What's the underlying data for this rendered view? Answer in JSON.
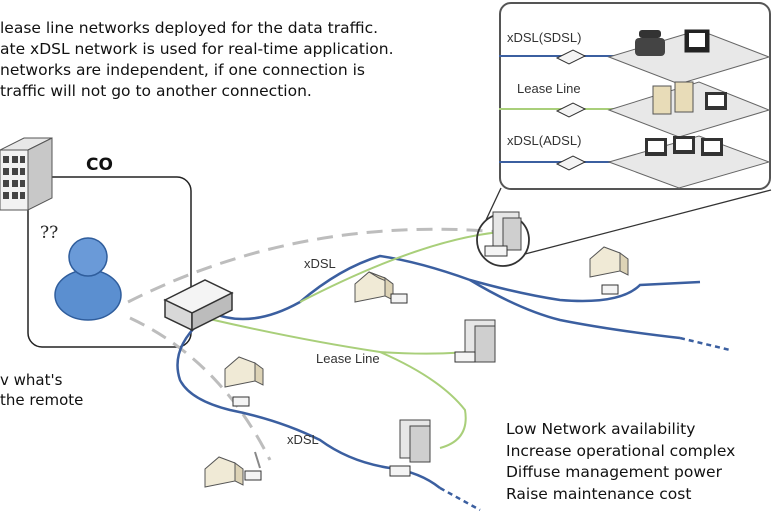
{
  "top_text": {
    "lines": [
      "lease line networks deployed for the data traffic.",
      "ate xDSL network is used for real-time application.",
      "networks are independent, if one connection is",
      "traffic will not go to another connection."
    ]
  },
  "co_label": "CO",
  "question_marks": "??",
  "left_note": {
    "lines": [
      "v what's",
      "the remote"
    ]
  },
  "network_labels": {
    "xdsl_top": "xDSL",
    "lease_line": "Lease Line",
    "xdsl_bottom": "xDSL"
  },
  "inset": {
    "labels": [
      "xDSL(SDSL)",
      "Lease Line",
      "xDSL(ADSL)"
    ]
  },
  "issues": [
    "Low Network availability",
    "Increase operational complex",
    "Diffuse management power",
    "Raise maintenance cost"
  ],
  "colors": {
    "xdsl_line": "#3b5fa0",
    "lease_line": "#a9cf7a",
    "dashed_link": "#bfbfbf",
    "person": "#5b8fd0"
  }
}
